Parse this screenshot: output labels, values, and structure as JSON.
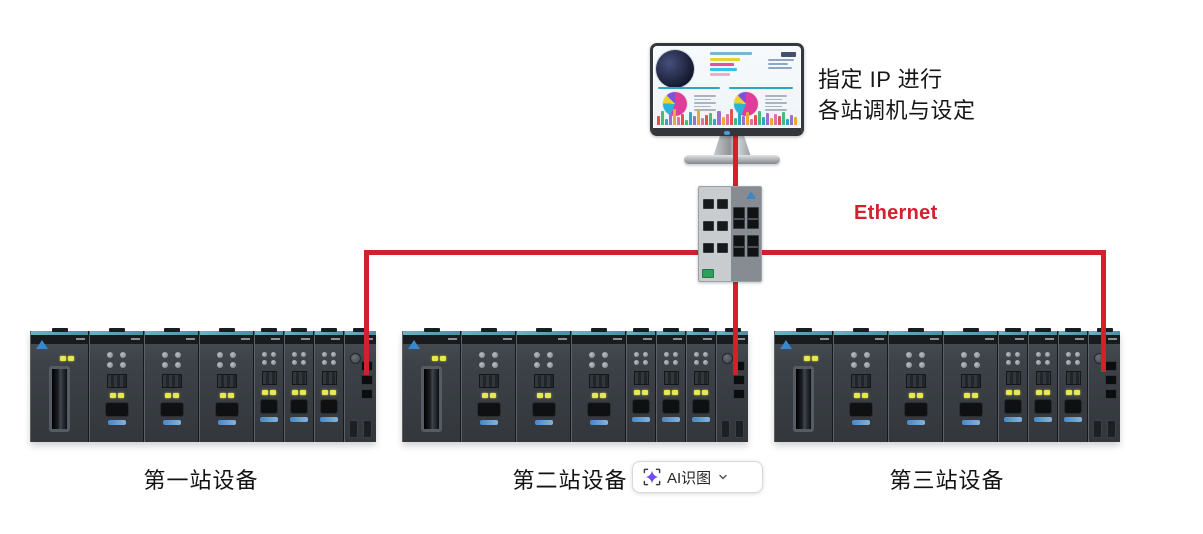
{
  "diagram": {
    "annotation": {
      "line1": "指定 IP 进行",
      "line2": "各站调机与设定"
    },
    "ethernet_label": "Ethernet",
    "stations": [
      {
        "label": "第一站设备"
      },
      {
        "label": "第二站设备"
      },
      {
        "label": "第三站设备"
      }
    ]
  },
  "ai_tool": {
    "label": "AI识图"
  },
  "colors": {
    "cable_red": "#d2202e",
    "rack_teal": "#4e8ca6",
    "led_yellow": "#e6e84e",
    "delta_blue": "#3f86c8",
    "ai_purple": "#6d4df2"
  },
  "rack_layout": {
    "modules": [
      {
        "type": "controller",
        "w": 58
      },
      {
        "type": "drive-wide",
        "w": 54
      },
      {
        "type": "drive-wide",
        "w": 54
      },
      {
        "type": "drive-wide",
        "w": 54
      },
      {
        "type": "drive-narrow",
        "w": 29
      },
      {
        "type": "drive-narrow",
        "w": 29
      },
      {
        "type": "drive-narrow",
        "w": 29
      },
      {
        "type": "comm",
        "w": 32
      }
    ]
  },
  "monitor_screen": {
    "legend_colors": [
      "#ead22f",
      "#ea4f9f",
      "#35c3de",
      "#f2a9cc"
    ],
    "legend_widths": [
      30,
      24,
      27,
      20
    ],
    "pie_slices": [
      [
        "#df3d9a",
        56
      ],
      [
        "#2ab5d6",
        20
      ],
      [
        "#ead22f",
        12
      ],
      [
        "#7b52d8",
        12
      ]
    ],
    "pie_line_count": 5,
    "histogram_colors": [
      "#e05252",
      "#49b97e",
      "#2fa6c4",
      "#9a6fd0",
      "#e8a93a",
      "#e06fa4"
    ],
    "histogram_heights": [
      9,
      14,
      6,
      12,
      16,
      8,
      11,
      5,
      13,
      9,
      15,
      7,
      10,
      12,
      6,
      14,
      8,
      11,
      16,
      7,
      12,
      9,
      13,
      6,
      10,
      14,
      8,
      12,
      7,
      11,
      9,
      13,
      6,
      10,
      8
    ]
  }
}
